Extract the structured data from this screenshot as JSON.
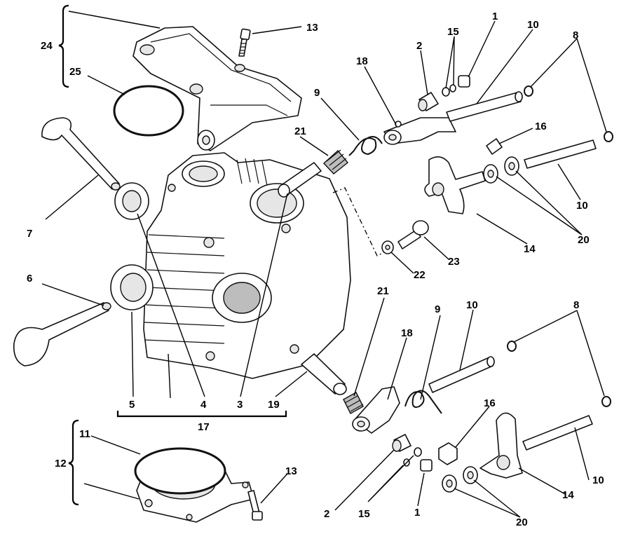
{
  "callouts": {
    "c1a": "1",
    "c1b": "1",
    "c2a": "2",
    "c2b": "2",
    "c3": "3",
    "c4": "4",
    "c5": "5",
    "c6": "6",
    "c7": "7",
    "c8a": "8",
    "c8b": "8",
    "c9a": "9",
    "c9b": "9",
    "c10a": "10",
    "c10b": "10",
    "c10c": "10",
    "c10d": "10",
    "c11": "11",
    "c12": "12",
    "c13a": "13",
    "c13b": "13",
    "c14a": "14",
    "c14b": "14",
    "c15a": "15",
    "c15b": "15",
    "c16a": "16",
    "c16b": "16",
    "c17": "17",
    "c18a": "18",
    "c18b": "18",
    "c19": "19",
    "c20a": "20",
    "c20b": "20",
    "c21a": "21",
    "c21b": "21",
    "c22": "22",
    "c23": "23",
    "c24": "24",
    "c25": "25"
  }
}
